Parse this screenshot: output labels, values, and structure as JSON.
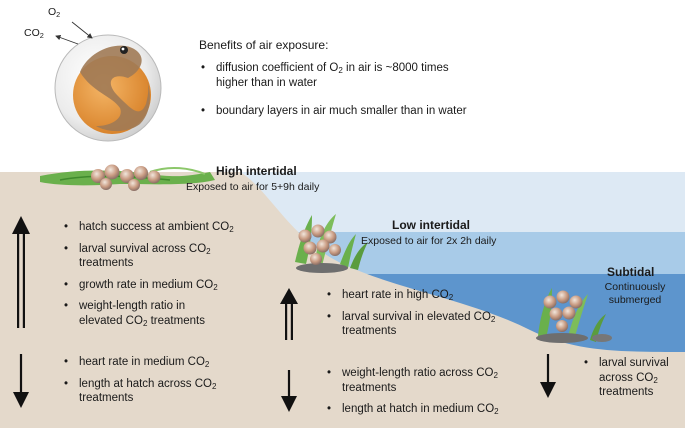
{
  "egg": {
    "o2_label": "O2",
    "co2_label": "CO2"
  },
  "benefits": {
    "title": "Benefits of air exposure:",
    "item1_line1": "diffusion coefficient of O2 in air is ~8000 times",
    "item1_line2": "higher than in water",
    "item2": "boundary layers in air much smaller than in water"
  },
  "zones": {
    "high": {
      "title": "High intertidal",
      "subtitle": "Exposed to air for 5+9h daily"
    },
    "low": {
      "title": "Low intertidal",
      "subtitle": "Exposed to air for 2x 2h daily"
    },
    "sub": {
      "title": "Subtidal",
      "subtitle_line1": "Continuously",
      "subtitle_line2": "submerged"
    }
  },
  "effects": {
    "high_up": [
      [
        "hatch success at ambient CO2"
      ],
      [
        "larval survival across CO2",
        "treatments"
      ],
      [
        "growth rate in medium CO2"
      ],
      [
        "weight-length ratio in",
        "elevated CO2 treatments"
      ]
    ],
    "high_down": [
      [
        "heart rate in medium CO2"
      ],
      [
        "length at hatch across CO2",
        "treatments"
      ]
    ],
    "low_up": [
      [
        "heart rate in high CO2"
      ],
      [
        "larval survival in elevated CO2",
        "treatments"
      ]
    ],
    "low_down": [
      [
        "weight-length ratio across CO2",
        "treatments"
      ],
      [
        "length at hatch in medium CO2"
      ]
    ],
    "sub_down": [
      [
        "larval survival",
        "across CO2",
        "treatments"
      ]
    ]
  },
  "colors": {
    "sand": "#e4d9cb",
    "sky": "#dde9f4",
    "water_low": "#9fc4e4",
    "water_deep": "#5b93cc",
    "egg_yolk": "#e8983a",
    "embryo": "#a07a55",
    "seaweed": "#6ab04c",
    "rock": "#6e6e6e"
  },
  "icons": [
    "up-arrow-icon",
    "down-arrow-icon",
    "egg-cluster-icon",
    "seaweed-icon"
  ]
}
